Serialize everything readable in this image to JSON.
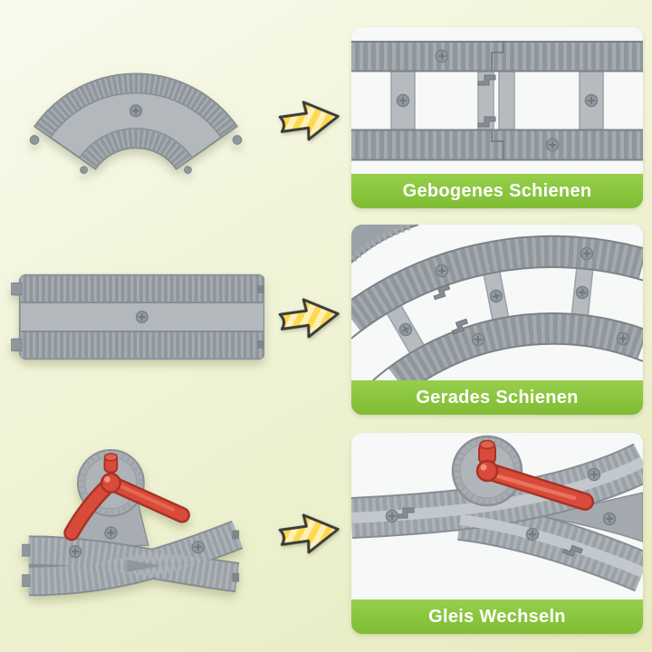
{
  "panels": [
    {
      "label": "Gebogenes Schienen"
    },
    {
      "label": "Gerades Schienen"
    },
    {
      "label": "Gleis Wechseln"
    }
  ],
  "arrow_icon": "yellow-striped-right-arrow",
  "colors": {
    "background_top": "#f9faee",
    "background_bottom": "#e6ebc0",
    "label_green": "#8bc53f",
    "label_text": "#ffffff",
    "track_gray": "#9aa1a7",
    "track_gray_dark": "#8f969c",
    "track_gray_light": "#b6bbc0",
    "lever_red": "#d84b3a",
    "arrow_yellow": "#ffd94d",
    "arrow_stripe": "#fdf0b8",
    "arrow_outline": "#3a3a3a"
  }
}
